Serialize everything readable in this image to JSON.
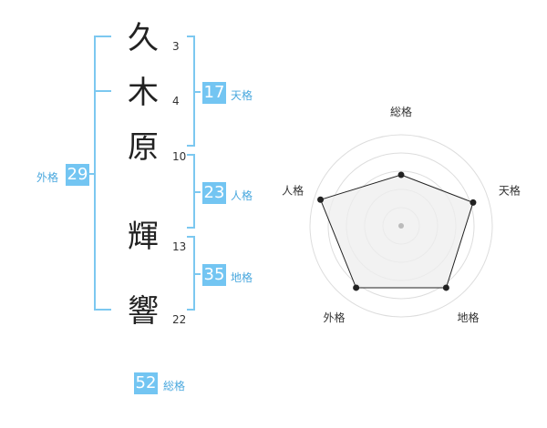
{
  "name": {
    "chars": [
      {
        "char": "久",
        "strokes": "3"
      },
      {
        "char": "木",
        "strokes": "4"
      },
      {
        "char": "原",
        "strokes": "10"
      },
      {
        "char": "輝",
        "strokes": "13"
      },
      {
        "char": "響",
        "strokes": "22"
      }
    ]
  },
  "scores": {
    "tenkaku": {
      "value": "17",
      "label": "天格"
    },
    "jinkaku": {
      "value": "23",
      "label": "人格"
    },
    "chikaku": {
      "value": "35",
      "label": "地格"
    },
    "gaikaku": {
      "value": "29",
      "label": "外格"
    },
    "soukaku": {
      "value": "52",
      "label": "総格"
    }
  },
  "radar": {
    "axes": [
      "総格",
      "天格",
      "地格",
      "外格",
      "人格"
    ],
    "values": [
      0.56,
      0.83,
      0.84,
      0.84,
      0.93
    ],
    "colors": {
      "ring": "#dddddd",
      "fill": "#eeeeee",
      "line": "#222222",
      "center": "#bbbbbb"
    }
  },
  "colors": {
    "accent": "#73c5f2",
    "bracket": "#7cc8f0"
  }
}
